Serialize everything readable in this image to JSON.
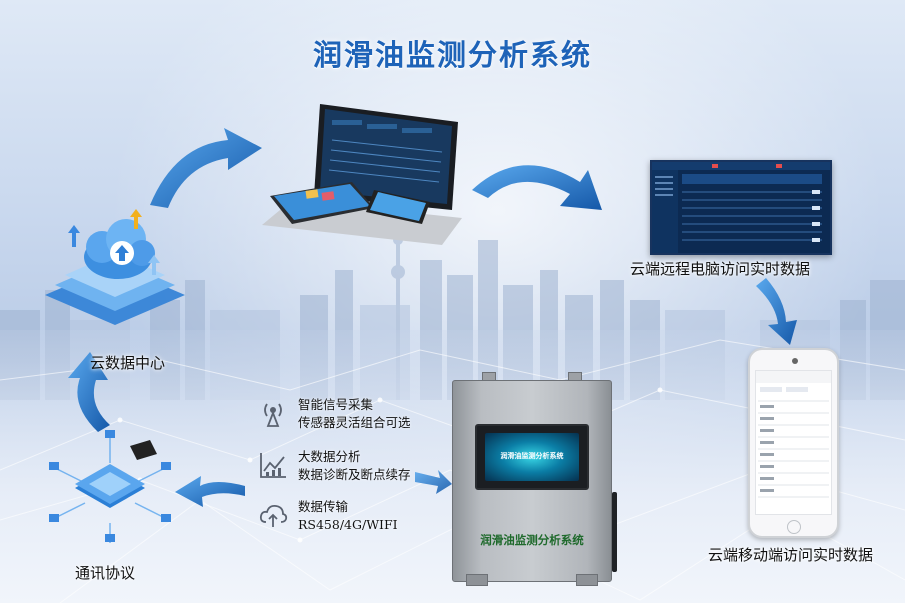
{
  "title": "润滑油监测分析系统",
  "nodes": {
    "cloud_center": "云数据中心",
    "remote_pc": "云端远程电脑访问实时数据",
    "mobile": "云端移动端访问实时数据",
    "protocol": "通讯协议"
  },
  "features": [
    {
      "icon": "antenna-icon",
      "lines": [
        "智能信号采集",
        "传感器灵活组合可选"
      ]
    },
    {
      "icon": "chart-icon",
      "lines": [
        "大数据分析",
        "数据诊断及断点续存"
      ]
    },
    {
      "icon": "cloud-upload-icon",
      "lines": [
        "数据传输",
        "RS458/4G/WIFI"
      ]
    }
  ],
  "device": {
    "screen_text": "润滑油监测分析系统",
    "label": "润滑油监测分析系统"
  },
  "colors": {
    "title": "#1e63b8",
    "arrow": "#1f6fc4",
    "device_label": "#1f6a2c"
  }
}
